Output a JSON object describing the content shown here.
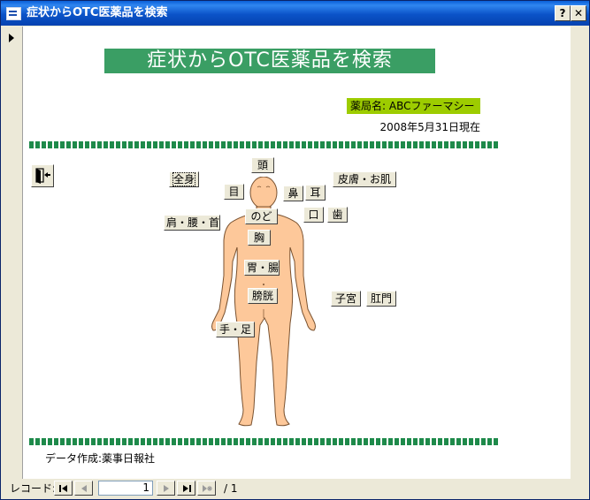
{
  "window": {
    "title": "症状からOTC医薬品を検索",
    "help_label": "?",
    "close_label": "✕"
  },
  "form": {
    "title": "症状からOTC医薬品を検索",
    "pharmacy": "薬局名: ABCファーマシー",
    "date": "2008年5月31日現在",
    "credit": "データ作成:薬事日報社"
  },
  "body_parts": {
    "zenshin": "全身",
    "atama": "頭",
    "me": "目",
    "hana": "鼻",
    "mimi": "耳",
    "hifu": "皮膚・お肌",
    "nodo": "のど",
    "kuchi": "口",
    "ha": "歯",
    "kata": "肩・腰・首",
    "mune": "胸",
    "ichou": "胃・腸",
    "boukou": "膀胱",
    "shikyu": "子宮",
    "koumon": "肛門",
    "teashi": "手・足"
  },
  "colors": {
    "title_bar": "#0a5fd8",
    "form_title": "#3a9e64",
    "pharmacy_bg": "#9dcc00",
    "divider": "#1e8a4a",
    "skin": "#fdc89a"
  },
  "navigator": {
    "label": "レコード:",
    "current": "1",
    "total": "/ 1"
  },
  "icons": {
    "window": "form-icon",
    "exit": "exit-door-icon",
    "record_selector": "record-selector-arrow-icon",
    "first": "first-record-icon",
    "prev": "prev-record-icon",
    "next": "next-record-icon",
    "last": "last-record-icon",
    "new": "new-record-icon"
  }
}
